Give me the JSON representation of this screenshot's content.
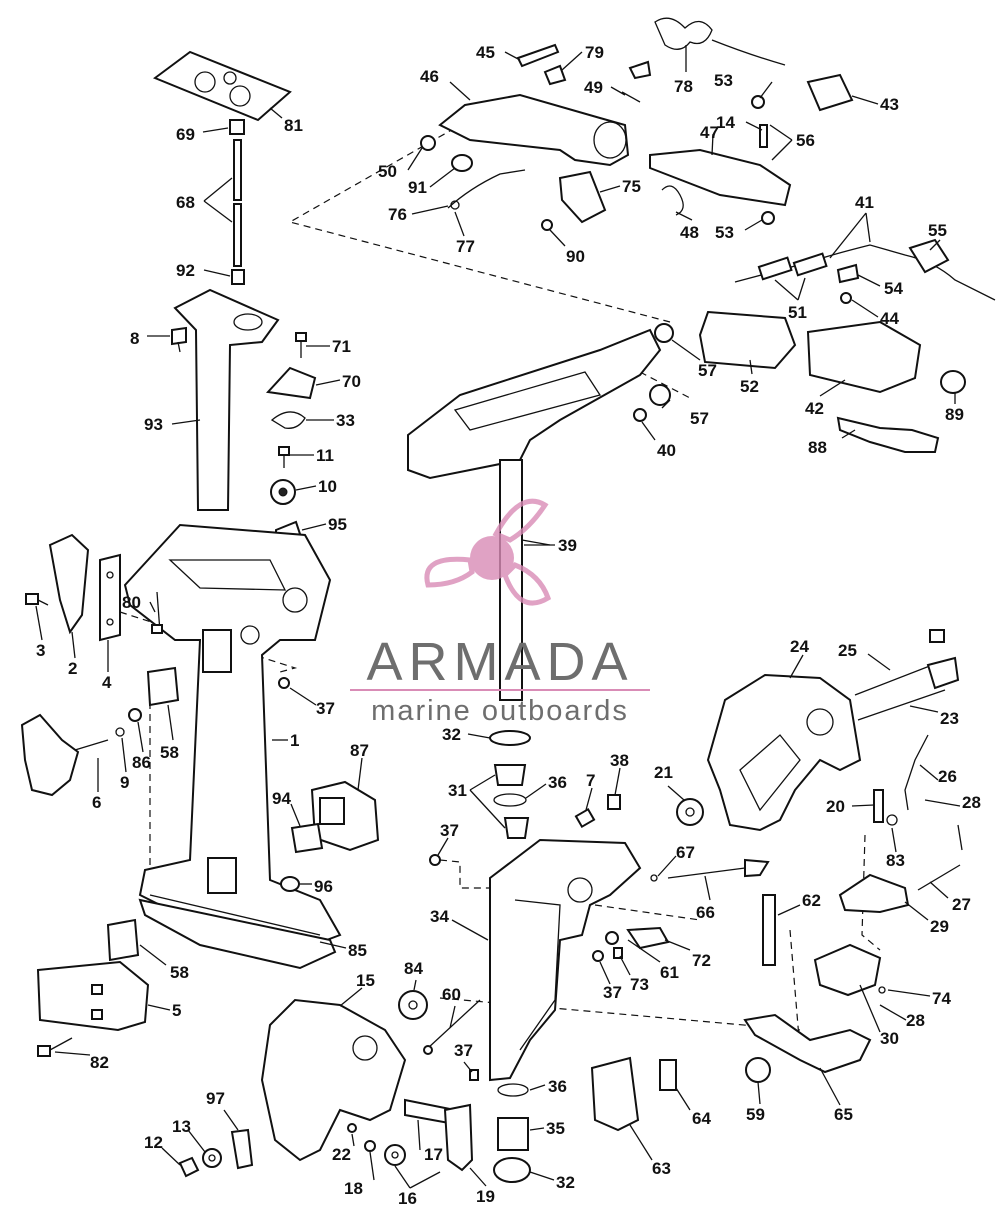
{
  "brand": {
    "name": "ARMADA",
    "tagline": "marine outboards",
    "colors": {
      "logo": "#d98cb6",
      "text": "#6e6e6e",
      "rule": "#d98cb6"
    }
  },
  "callouts": [
    "45",
    "79",
    "46",
    "78",
    "49",
    "53",
    "43",
    "14",
    "56",
    "47",
    "50",
    "91",
    "75",
    "76",
    "77",
    "90",
    "48",
    "53",
    "41",
    "55",
    "54",
    "51",
    "44",
    "57",
    "52",
    "42",
    "89",
    "57",
    "40",
    "88",
    "81",
    "69",
    "68",
    "92",
    "8",
    "71",
    "70",
    "93",
    "33",
    "11",
    "10",
    "95",
    "39",
    "80",
    "3",
    "2",
    "4",
    "37",
    "1",
    "6",
    "9",
    "86",
    "58",
    "87",
    "94",
    "32",
    "31",
    "36",
    "7",
    "38",
    "21",
    "24",
    "25",
    "23",
    "26",
    "28",
    "20",
    "83",
    "27",
    "29",
    "37",
    "67",
    "66",
    "62",
    "34",
    "72",
    "61",
    "73",
    "37",
    "96",
    "85",
    "58",
    "5",
    "84",
    "15",
    "60",
    "82",
    "74",
    "28",
    "30",
    "65",
    "59",
    "64",
    "36",
    "63",
    "37",
    "35",
    "32",
    "97",
    "13",
    "12",
    "22",
    "18",
    "17",
    "16",
    "19"
  ]
}
